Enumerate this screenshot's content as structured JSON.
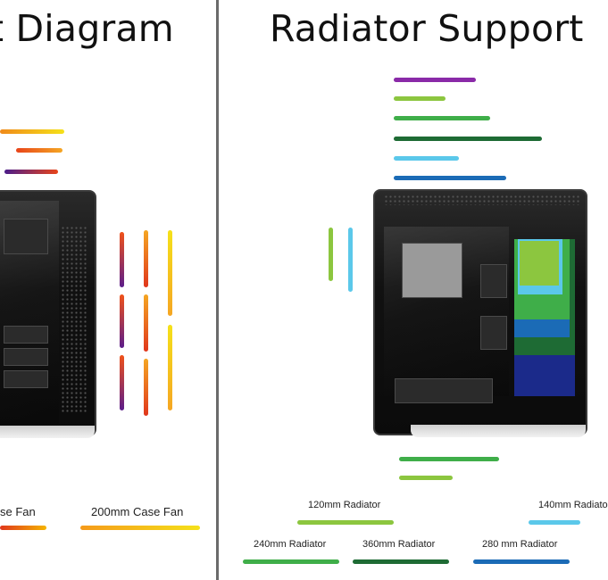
{
  "left_panel": {
    "title": "t Diagram",
    "labels": {
      "fan_140": "se Fan",
      "fan_200": "200mm Case Fan"
    },
    "colors": {
      "gradient_120": [
        "#f5a623",
        "#f5e11a"
      ],
      "gradient_140": [
        "#e0361c",
        "#f5b400"
      ],
      "gradient_200": [
        "#f59a1a",
        "#f5e11a"
      ],
      "gradient_purple": [
        "#5b1c8a",
        "#e8441a"
      ]
    }
  },
  "right_panel": {
    "title": "Radiator Support",
    "labels": {
      "rad_120": "120mm Radiator",
      "rad_140": "140mm Radiato",
      "rad_240": "240mm Radiator",
      "rad_360": "360mm Radiator",
      "rad_280": "280 mm Radiator"
    },
    "colors": {
      "purple": "#8a2aa8",
      "lightgreen": "#8cc63f",
      "green": "#3fae49",
      "darkgreen": "#1e6b34",
      "lightblue": "#5bc8ea",
      "blue": "#1b6bb6",
      "navy": "#1b2a8a"
    }
  }
}
